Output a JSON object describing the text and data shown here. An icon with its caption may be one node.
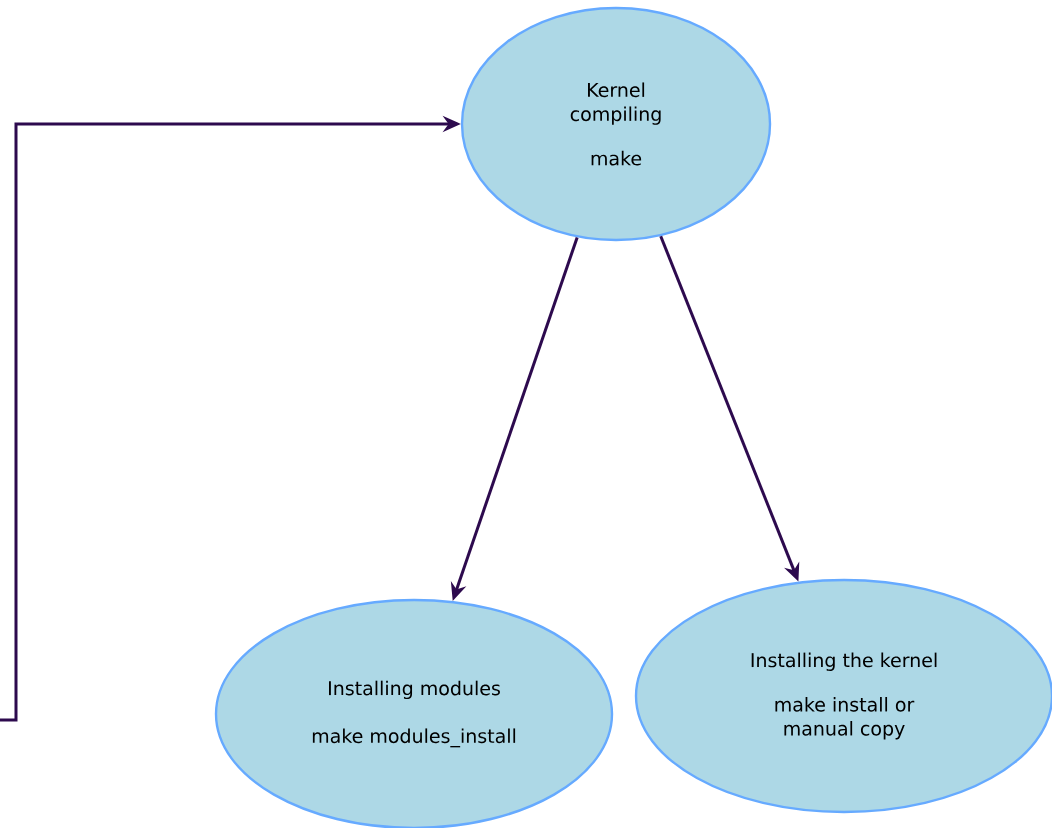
{
  "diagram": {
    "nodes": [
      {
        "text": [
          "Kernel compiling",
          "make"
        ]
      },
      {
        "text": [
          "Installing modules",
          "make modules_install"
        ]
      },
      {
        "text": [
          "Installing the kernel",
          "make install or manual copy"
        ]
      }
    ],
    "edges": [
      {
        "from": null,
        "to": 0,
        "arrow": "to"
      },
      {
        "from": 0,
        "to": 1,
        "arrow": "to"
      },
      {
        "from": 0,
        "to": 2,
        "arrow": "to"
      }
    ]
  }
}
